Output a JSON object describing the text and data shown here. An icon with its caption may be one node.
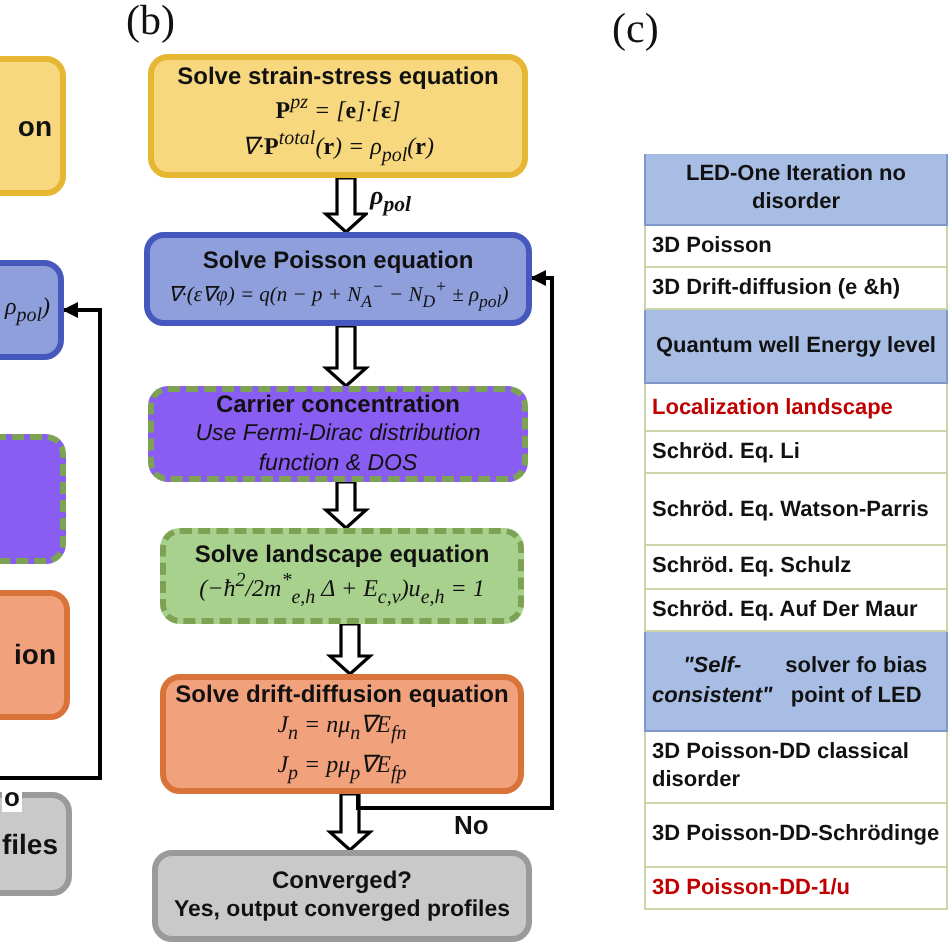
{
  "diagram": {
    "nodes": [
      {
        "text": [
          "on"
        ]
      },
      {
        "text": [
          "ρ$_{pol}$)"
        ]
      },
      {
        "text": [],
        "shape": "box"
      },
      {
        "text": [
          "ion"
        ]
      },
      {
        "text": [
          "files"
        ]
      },
      {
        "text": [
          "Solve strain-stress equation",
          "**P**$^{pz}$ = [**e**]·[**ε**]",
          "∇·**P**$^{total}$(**r**) = ρ$_{pol}$(**r**)"
        ]
      },
      {
        "text": [
          "Solve Poisson equation",
          "∇·(ε∇φ) = q(n − p + N$_{A}$$^{−}$ − N$_{D}$$^{+}$ ± ρ$_{pol}$)"
        ]
      },
      {
        "text": [
          "Carrier concentration",
          "Use Fermi-Dirac distribution function & DOS"
        ]
      },
      {
        "text": [
          "Solve landscape equation",
          "(−ħ$^{2}$/2m$^{*}$$_{e,h}$ Δ + E$_{c,v}$)u$_{e,h}$ = 1"
        ]
      },
      {
        "text": [
          "Solve drift-diffusion equation",
          "J$_{n}$ = nμ$_{n}$∇E$_{fn}$",
          "J$_{p}$ = pμ$_{p}$∇E$_{fp}$"
        ]
      },
      {
        "text": [
          "Converged?",
          "Yes, output converged profiles"
        ]
      }
    ],
    "edges": [
      {
        "from": 5,
        "to": 6,
        "arrow": "to",
        "style": "thick",
        "label": "ρ$_{pol}$"
      },
      {
        "from": 6,
        "to": 7,
        "arrow": "to",
        "style": "thick"
      },
      {
        "from": 7,
        "to": 8,
        "arrow": "to",
        "style": "thick"
      },
      {
        "from": 8,
        "to": 9,
        "arrow": "to",
        "style": "thick"
      },
      {
        "from": 9,
        "to": 10,
        "arrow": "to",
        "style": "thick"
      },
      {
        "from": 9,
        "to": 6,
        "arrow": "to",
        "label": "No"
      },
      {
        "from": 3,
        "to": 1,
        "arrow": "to",
        "label": "o"
      }
    ],
    "labels": [
      "(b)",
      "(c)",
      "LED-One Iteration no disorder",
      "3D Poisson",
      "3D Drift-diffusion (e &h)",
      "Quantum well Energy level",
      "Localization landscape",
      "Schröd. Eq. Li",
      "Schröd. Eq. Watson-Parris",
      "Schröd. Eq. Schulz",
      "Schröd. Eq. Auf Der Maur",
      "*\"Self-consistent\"* solver fo bias point of LED",
      "3D Poisson-DD classical disorder",
      "3D Poisson-DD-Schrödinge",
      "3D Poisson-DD-1/u"
    ]
  }
}
